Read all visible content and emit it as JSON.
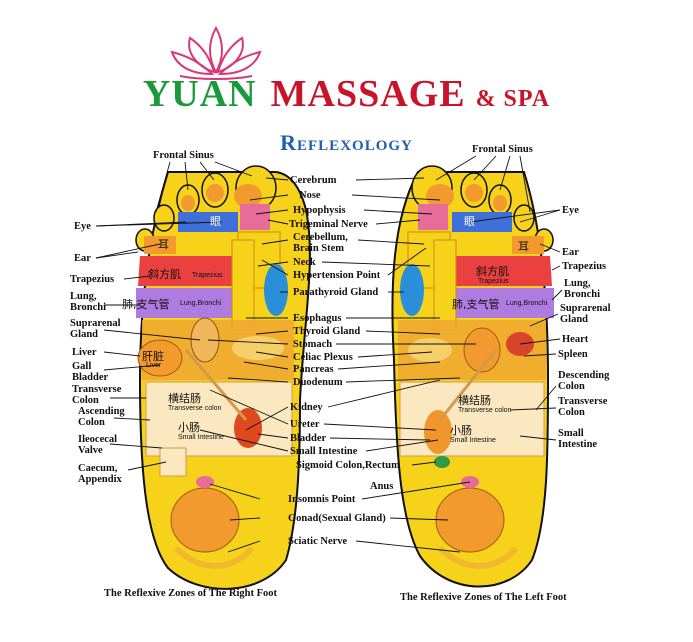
{
  "brand": {
    "name_green": "YUAN",
    "name_red": "MASSAGE",
    "suffix": "& SPA"
  },
  "subtitle": "Reflexology",
  "right_foot": {
    "caption": "The Reflexive Zones of The Right Foot",
    "labels": {
      "frontal_sinus": "Frontal Sinus",
      "eye": "Eye",
      "ear": "Ear",
      "trapezius": "Trapezius",
      "lung_bronchi": "Lung, Bronchi",
      "suprarenal_gland": "Suprarenal Gland",
      "liver": "Liver",
      "gall_bladder": "Gall Bladder",
      "transverse_colon": "Transverse Colon",
      "ascending_colon": "Ascending Colon",
      "ileocecal_valve": "Ileocecal Valve",
      "caecum_appendix": "Caecum, Appendix"
    },
    "inline_labels": {
      "eye_cn": "眼",
      "ear_cn": "耳",
      "trapezius_cn": "斜方肌",
      "trapezius_en": "Trapezius",
      "lung_cn": "肺,支气管",
      "lung_en": "Lung,Bronchi",
      "liver_cn": "肝脏",
      "liver_en": "Liver",
      "transverse_cn": "横结肠",
      "transverse_en": "Transverse colon",
      "small_int_cn": "小肠",
      "small_int_en": "Small Intestine"
    }
  },
  "center_labels": {
    "cerebrum": "Cerebrum",
    "nose": "Nose",
    "hypophysis": "Hypophysis",
    "trigeminal_nerve": "Trigeminal Nerve",
    "cerebellum_brain_stem": "Cerebellum, Brain Stem",
    "neck": "Neck",
    "hypertension_point": "Hypertension Point",
    "parathyroid_gland": "Parathyroid Gland",
    "esophagus": "Esophagus",
    "thyroid_gland": "Thyroid Gland",
    "stomach": "Stomach",
    "celiac_plexus": "Celiac Plexus",
    "pancreas": "Pancreas",
    "duodenum": "Duodenum",
    "kidney": "Kidney",
    "ureter": "Ureter",
    "bladder": "Bladder",
    "small_intestine": "Small Intestine",
    "sigmoid_colon_rectum": "Sigmoid Colon,Rectum",
    "anus": "Anus",
    "insomnis_point": "Insomnis Point",
    "gonad": "Gonad(Sexual Gland)",
    "sciatic_nerve": "Sciatic Nerve"
  },
  "left_foot": {
    "caption": "The Reflexive Zones of The Left Foot",
    "labels": {
      "frontal_sinus": "Frontal Sinus",
      "eye": "Eye",
      "ear": "Ear",
      "trapezius": "Trapezius",
      "lung_bronchi": "Lung, Bronchi",
      "suprarenal_gland": "Suprarenal Gland",
      "heart": "Heart",
      "spleen": "Spleen",
      "descending_colon": "Descending Colon",
      "transverse_colon": "Transverse Colon",
      "small_intestine": "Small Intestine"
    },
    "inline_labels": {
      "eye_cn": "眼",
      "ear_cn": "耳",
      "trapezius_cn": "斜方肌",
      "trapezius_en": "Trapezius",
      "lung_cn": "肺,支气管",
      "lung_en": "Lung,Bronchi",
      "transverse_cn": "横结肠",
      "transverse_en": "Transverse colon",
      "small_int_cn": "小肠",
      "small_int_en": "Small Intestine"
    }
  },
  "colors": {
    "brand_green": "#1a9a3a",
    "brand_red": "#c8142a",
    "subtitle_blue": "#1f5fb0",
    "foot_yellow": "#f7d21a",
    "foot_orange": "#f29a2e",
    "eye_blue": "#3f6fd8",
    "lung_purple": "#b07be0",
    "trapezius_red": "#ea4040",
    "parathyroid_blue": "#2a8fd8",
    "bladder_red": "#e0481e"
  }
}
